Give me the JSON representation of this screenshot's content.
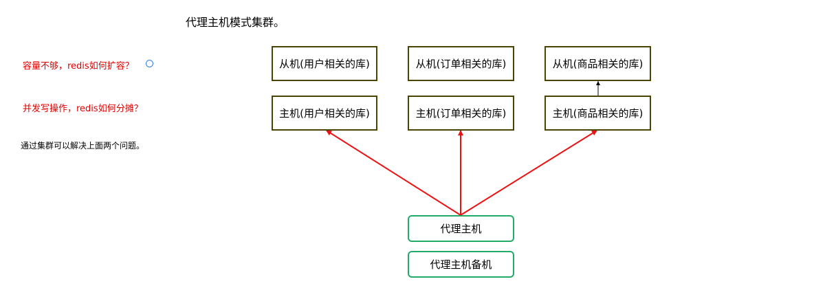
{
  "title": "代理主机模式集群。",
  "notes": {
    "capacity": "容量不够，redis如何扩容？",
    "concurrency": "并发写操作，redis如何分摊？",
    "solution": "通过集群可以解决上面两个问题。"
  },
  "slaves": [
    {
      "label": "从机(用户相关的库)"
    },
    {
      "label": "从机(订单相关的库)"
    },
    {
      "label": "从机(商品相关的库)"
    }
  ],
  "masters": [
    {
      "label": "主机(用户相关的库)"
    },
    {
      "label": "主机(订单相关的库)"
    },
    {
      "label": "主机(商品相关的库)"
    }
  ],
  "proxy": {
    "label": "代理主机"
  },
  "proxy_backup": {
    "label": "代理主机备机"
  },
  "colors": {
    "proxy_arrow": "#ee1111",
    "db_border": "#4a4200",
    "proxy_border": "#22aa66",
    "note_red": "#e00000",
    "circle": "#2b7de9"
  }
}
